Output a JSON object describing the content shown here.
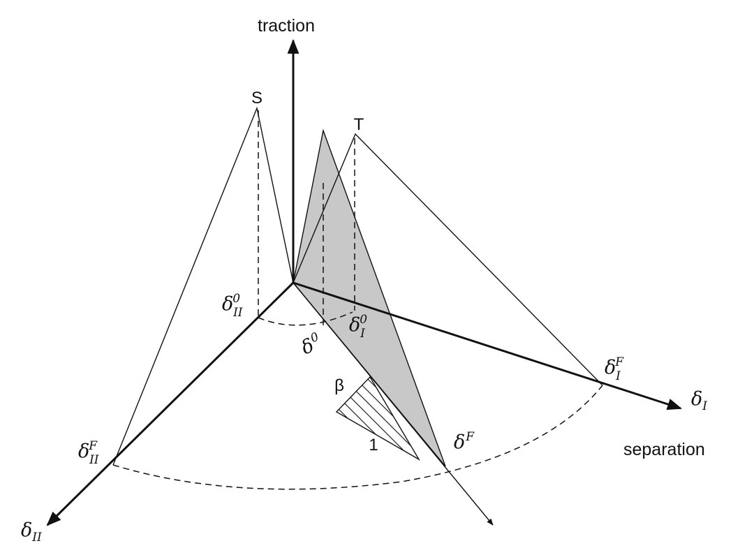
{
  "labels": {
    "traction": "traction",
    "separation": "separation",
    "S": "S",
    "T": "T",
    "beta": "β",
    "one": "1",
    "delta": "δ",
    "sub_I": "I",
    "sub_II": "II",
    "sup_0": "0",
    "sup_F": "F"
  },
  "colors": {
    "line": "#111111",
    "fill": "#c8c8c8"
  }
}
